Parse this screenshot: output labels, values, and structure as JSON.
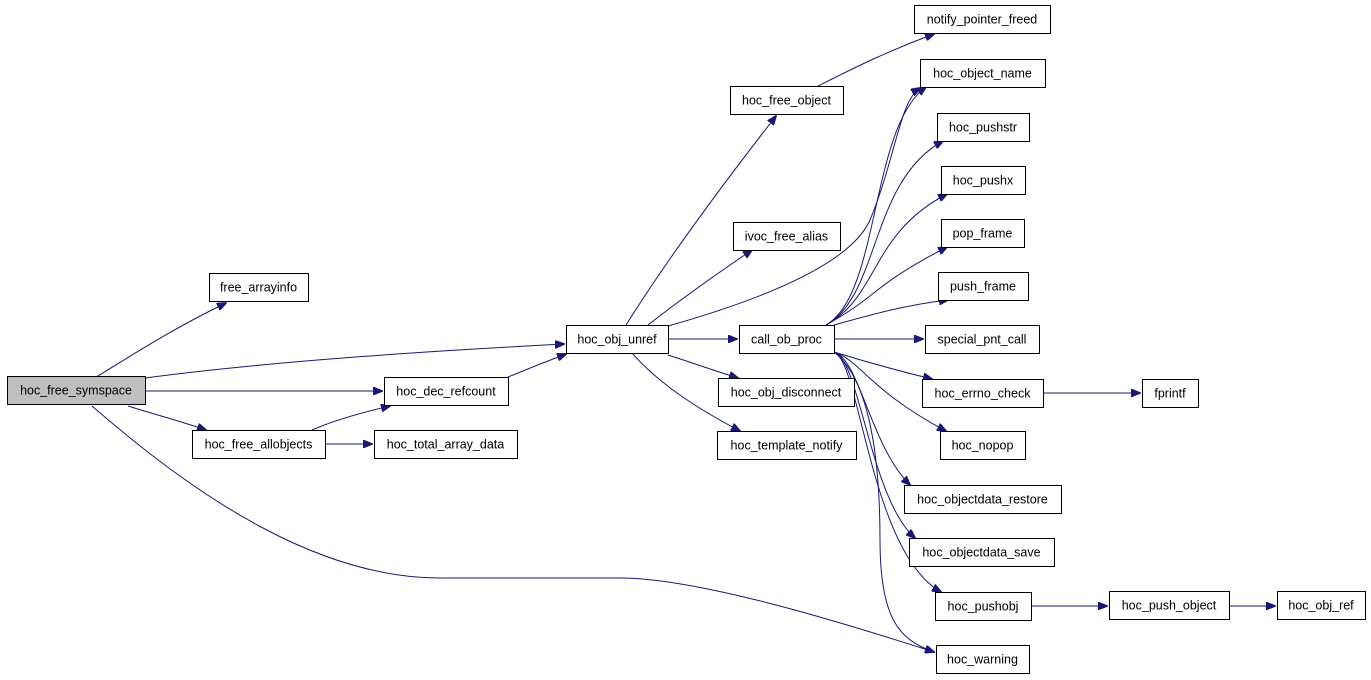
{
  "nodes": [
    {
      "id": "hoc_free_symspace",
      "label": "hoc_free_symspace",
      "root": true
    },
    {
      "id": "free_arrayinfo",
      "label": "free_arrayinfo"
    },
    {
      "id": "hoc_obj_unref",
      "label": "hoc_obj_unref"
    },
    {
      "id": "hoc_dec_refcount",
      "label": "hoc_dec_refcount"
    },
    {
      "id": "hoc_free_allobjects",
      "label": "hoc_free_allobjects"
    },
    {
      "id": "hoc_total_array_data",
      "label": "hoc_total_array_data"
    },
    {
      "id": "hoc_warning",
      "label": "hoc_warning"
    },
    {
      "id": "hoc_free_object",
      "label": "hoc_free_object"
    },
    {
      "id": "ivoc_free_alias",
      "label": "ivoc_free_alias"
    },
    {
      "id": "call_ob_proc",
      "label": "call_ob_proc"
    },
    {
      "id": "hoc_obj_disconnect",
      "label": "hoc_obj_disconnect"
    },
    {
      "id": "hoc_template_notify",
      "label": "hoc_template_notify"
    },
    {
      "id": "notify_pointer_freed",
      "label": "notify_pointer_freed"
    },
    {
      "id": "hoc_object_name",
      "label": "hoc_object_name"
    },
    {
      "id": "hoc_pushstr",
      "label": "hoc_pushstr"
    },
    {
      "id": "hoc_pushx",
      "label": "hoc_pushx"
    },
    {
      "id": "pop_frame",
      "label": "pop_frame"
    },
    {
      "id": "push_frame",
      "label": "push_frame"
    },
    {
      "id": "special_pnt_call",
      "label": "special_pnt_call"
    },
    {
      "id": "hoc_errno_check",
      "label": "hoc_errno_check"
    },
    {
      "id": "hoc_nopop",
      "label": "hoc_nopop"
    },
    {
      "id": "hoc_objectdata_restore",
      "label": "hoc_objectdata_restore"
    },
    {
      "id": "hoc_objectdata_save",
      "label": "hoc_objectdata_save"
    },
    {
      "id": "hoc_pushobj",
      "label": "hoc_pushobj"
    },
    {
      "id": "fprintf",
      "label": "fprintf"
    },
    {
      "id": "hoc_push_object",
      "label": "hoc_push_object"
    },
    {
      "id": "hoc_obj_ref",
      "label": "hoc_obj_ref"
    }
  ],
  "edges": [
    [
      "hoc_free_symspace",
      "free_arrayinfo"
    ],
    [
      "hoc_free_symspace",
      "hoc_obj_unref"
    ],
    [
      "hoc_free_symspace",
      "hoc_dec_refcount"
    ],
    [
      "hoc_free_symspace",
      "hoc_free_allobjects"
    ],
    [
      "hoc_free_symspace",
      "hoc_warning"
    ],
    [
      "hoc_free_allobjects",
      "hoc_dec_refcount"
    ],
    [
      "hoc_free_allobjects",
      "hoc_total_array_data"
    ],
    [
      "hoc_dec_refcount",
      "hoc_obj_unref"
    ],
    [
      "hoc_obj_unref",
      "hoc_free_object"
    ],
    [
      "hoc_obj_unref",
      "ivoc_free_alias"
    ],
    [
      "hoc_obj_unref",
      "hoc_object_name"
    ],
    [
      "hoc_obj_unref",
      "call_ob_proc"
    ],
    [
      "hoc_obj_unref",
      "hoc_obj_disconnect"
    ],
    [
      "hoc_obj_unref",
      "hoc_template_notify"
    ],
    [
      "hoc_free_object",
      "notify_pointer_freed"
    ],
    [
      "call_ob_proc",
      "hoc_object_name"
    ],
    [
      "call_ob_proc",
      "hoc_pushstr"
    ],
    [
      "call_ob_proc",
      "hoc_pushx"
    ],
    [
      "call_ob_proc",
      "pop_frame"
    ],
    [
      "call_ob_proc",
      "push_frame"
    ],
    [
      "call_ob_proc",
      "special_pnt_call"
    ],
    [
      "call_ob_proc",
      "hoc_errno_check"
    ],
    [
      "call_ob_proc",
      "hoc_nopop"
    ],
    [
      "call_ob_proc",
      "hoc_objectdata_restore"
    ],
    [
      "call_ob_proc",
      "hoc_objectdata_save"
    ],
    [
      "call_ob_proc",
      "hoc_pushobj"
    ],
    [
      "call_ob_proc",
      "hoc_warning"
    ],
    [
      "hoc_errno_check",
      "fprintf"
    ],
    [
      "hoc_pushobj",
      "hoc_push_object"
    ],
    [
      "hoc_push_object",
      "hoc_obj_ref"
    ]
  ]
}
